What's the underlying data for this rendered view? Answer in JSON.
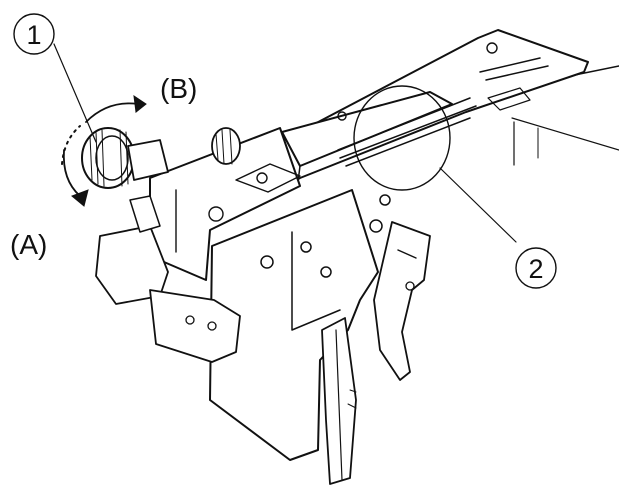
{
  "callouts": {
    "part_1": "1",
    "part_2": "2",
    "direction_a": "(A)",
    "direction_b": "(B)"
  },
  "colors": {
    "ink": "#111111",
    "background": "#ffffff"
  }
}
